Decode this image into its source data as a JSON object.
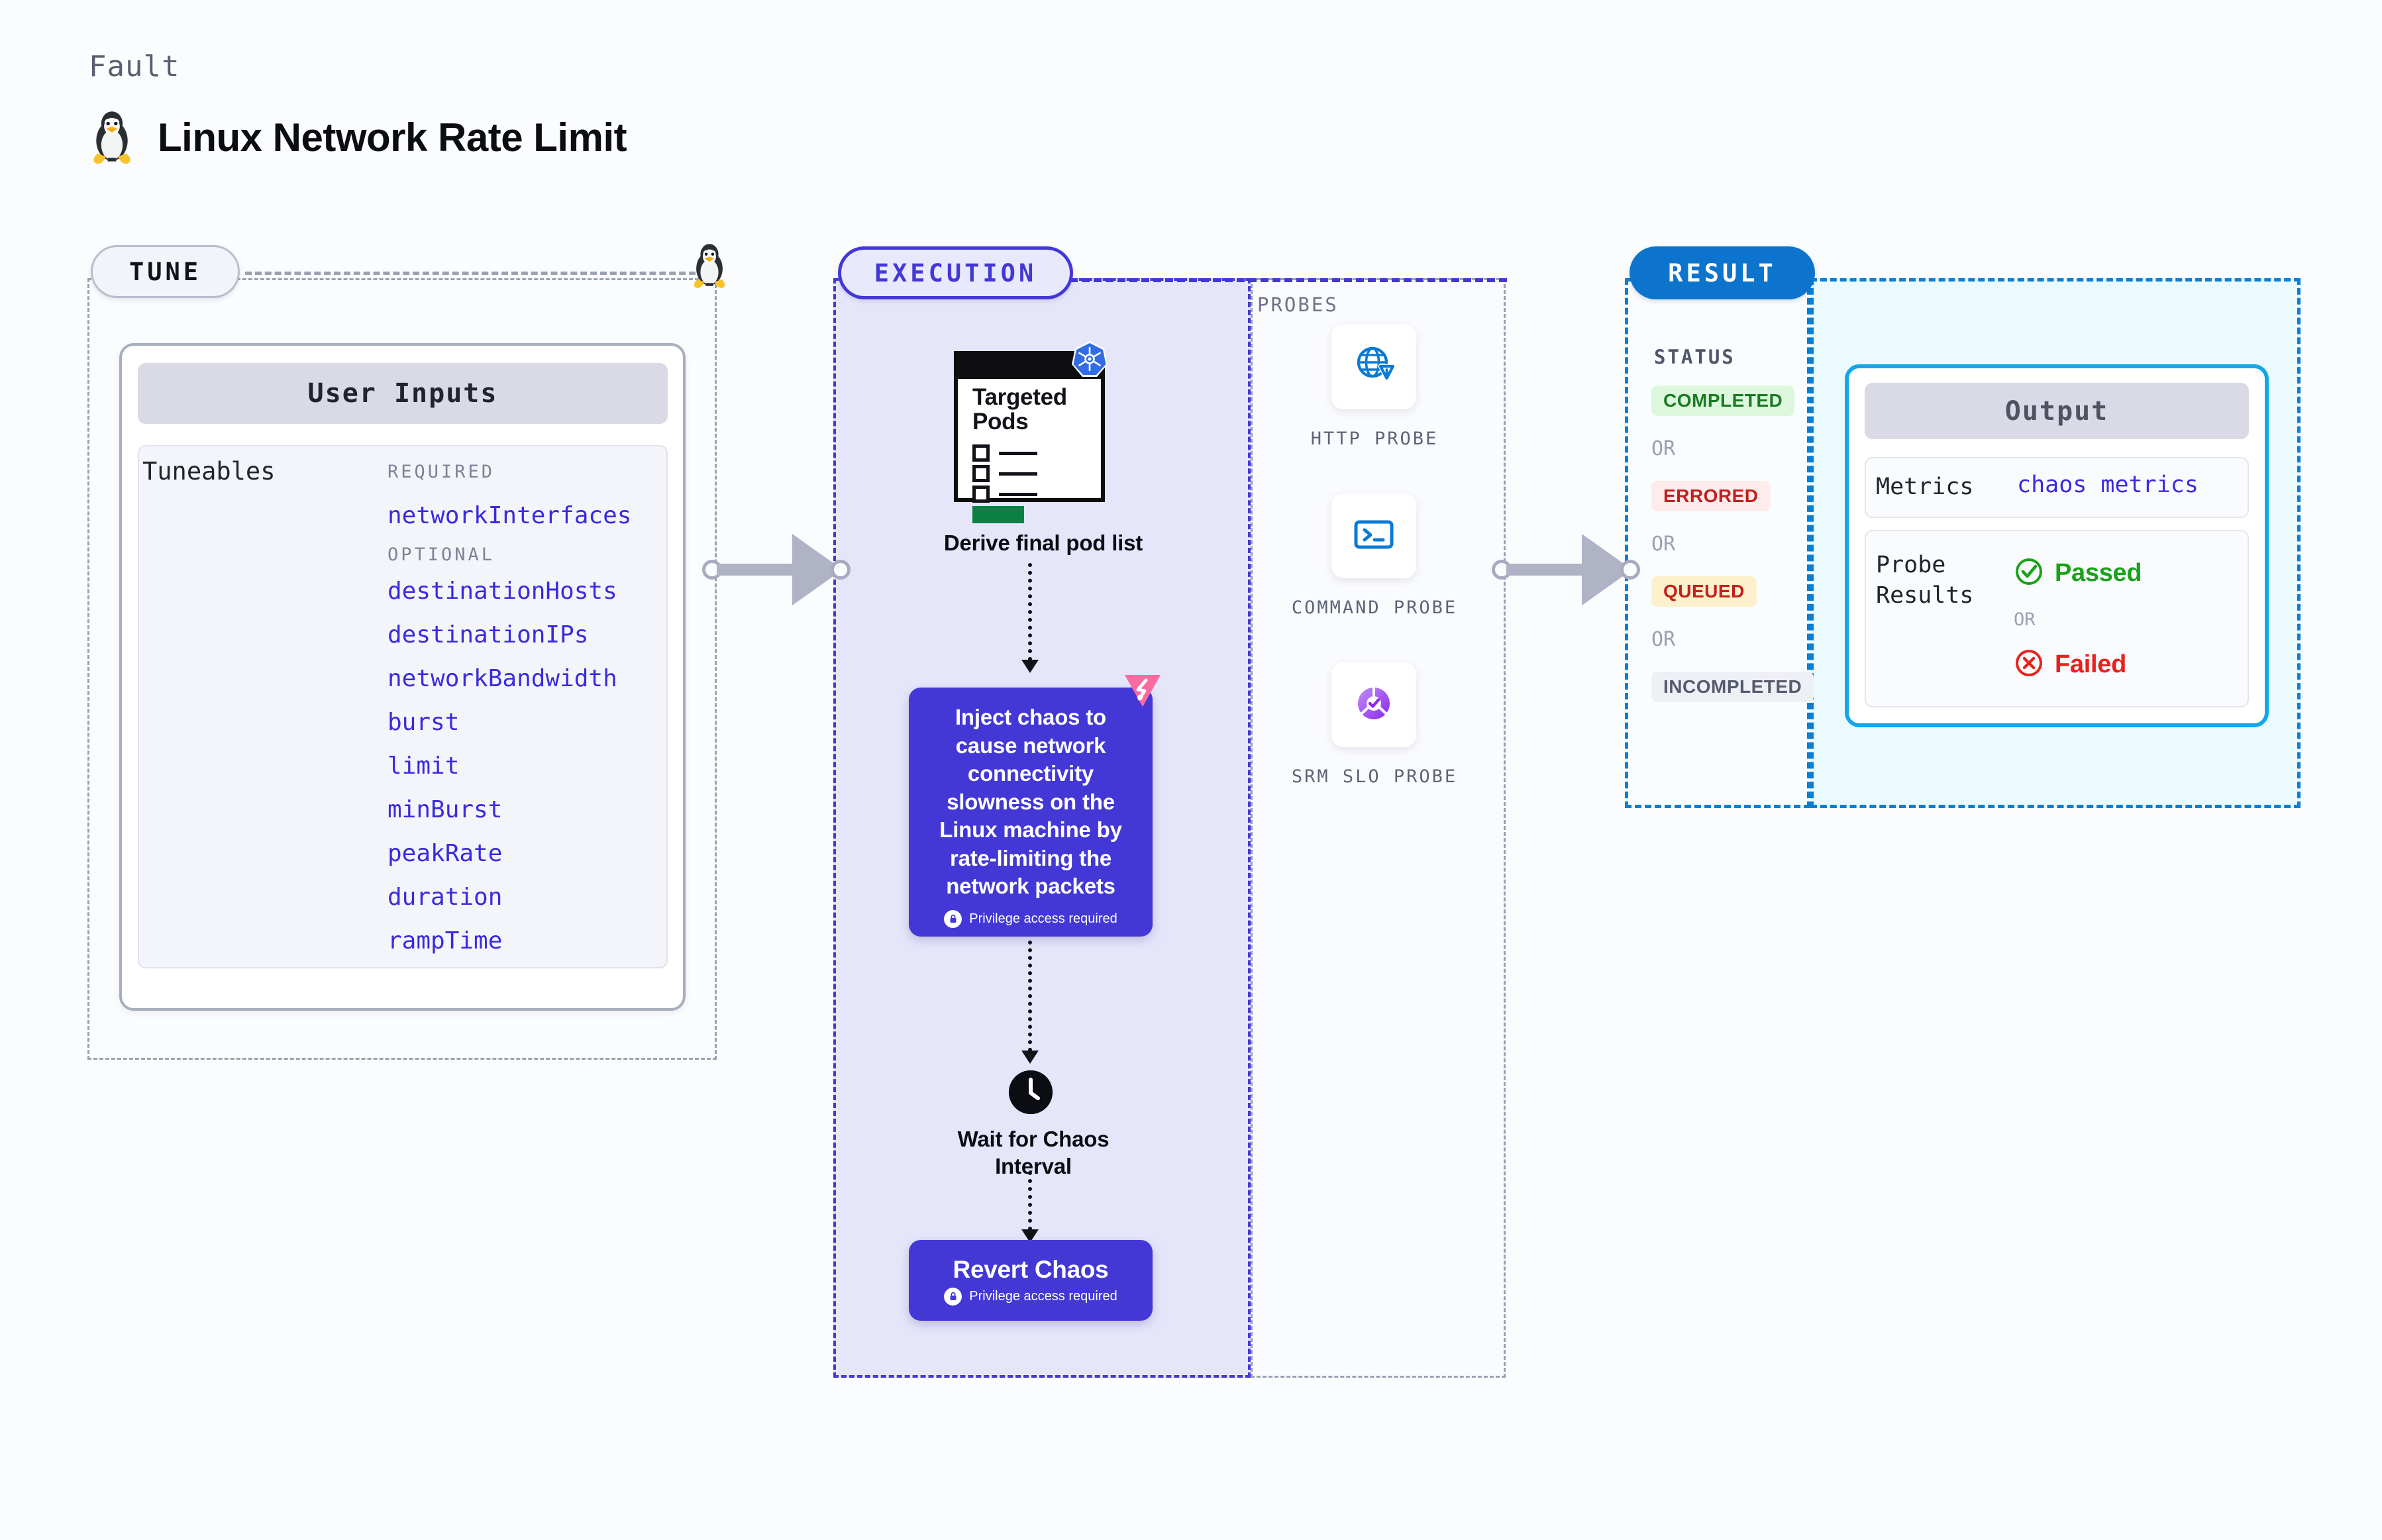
{
  "header": {
    "kicker": "Fault",
    "title": "Linux Network Rate Limit",
    "icon": "linux-penguin-icon"
  },
  "tune": {
    "pill_label": "TUNE",
    "card": {
      "header": "User Inputs",
      "tuneables_label": "Tuneables",
      "groups": [
        {
          "label": "REQUIRED",
          "items": [
            "networkInterfaces"
          ]
        },
        {
          "label": "OPTIONAL",
          "items": [
            "destinationHosts",
            "destinationIPs",
            "networkBandwidth",
            "burst",
            "limit",
            "minBurst",
            "peakRate",
            "duration",
            "rampTime"
          ]
        }
      ]
    }
  },
  "execution": {
    "pill_label": "EXECUTION",
    "pods_card": {
      "title": "Targeted Pods",
      "badge_icon": "kubernetes-icon"
    },
    "step1_caption": "Derive final pod list",
    "chaos": {
      "text": "Inject chaos to cause network connectivity slowness on the Linux machine by rate-limiting the network packets",
      "privilege_note": "Privilege access required",
      "badge_icon": "litmuschaos-icon",
      "color": "#4338d6"
    },
    "wait_caption": "Wait for Chaos Interval",
    "wait_icon": "clock-icon",
    "revert": {
      "title": "Revert Chaos",
      "privilege_note": "Privilege access required"
    }
  },
  "probes": {
    "title": "PROBES",
    "items": [
      {
        "label": "HTTP PROBE",
        "icon": "globe-warning-icon"
      },
      {
        "label": "COMMAND PROBE",
        "icon": "terminal-icon"
      },
      {
        "label": "SRM SLO PROBE",
        "icon": "slo-check-icon"
      }
    ]
  },
  "result": {
    "pill_label": "RESULT",
    "status_heading": "STATUS",
    "or_label": "OR",
    "statuses": [
      {
        "label": "COMPLETED",
        "text_color": "#1b7a24",
        "bg_color": "#ddf7dd"
      },
      {
        "label": "ERRORED",
        "text_color": "#c1201c",
        "bg_color": "#fdeceb"
      },
      {
        "label": "QUEUED",
        "text_color": "#c1201c",
        "bg_color": "#fdf0cc"
      },
      {
        "label": "INCOMPLETED",
        "text_color": "#555b6d",
        "bg_color": "#eff0f5"
      }
    ],
    "output": {
      "header": "Output",
      "metrics_key": "Metrics",
      "metrics_value": "chaos metrics",
      "probe_key": "Probe Results",
      "passed_label": "Passed",
      "failed_label": "Failed",
      "or_label": "OR",
      "passed_color": "#1aa21a",
      "failed_color": "#e8201c"
    }
  }
}
